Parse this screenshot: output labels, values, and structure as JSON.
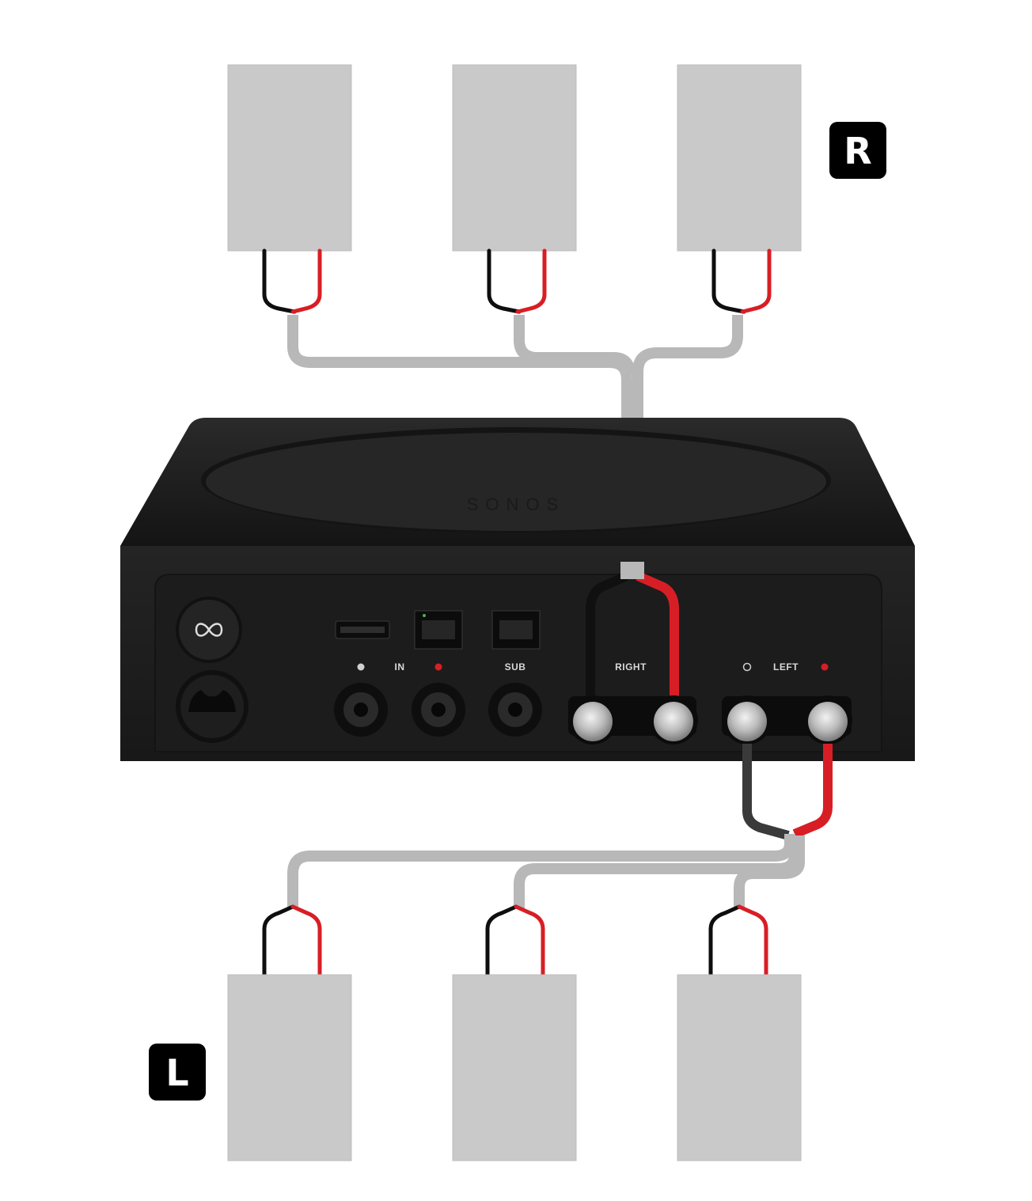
{
  "badges": {
    "right": "R",
    "left": "L"
  },
  "device": {
    "brand_logo": "SONOS",
    "labels": {
      "in": "IN",
      "sub": "SUB",
      "right": "RIGHT",
      "left": "LEFT"
    },
    "icons": [
      "infinity-icon",
      "power-icon",
      "hdmi-icon",
      "ethernet-icon"
    ]
  },
  "colors": {
    "speaker": "#c9c9c9",
    "device": "#1e1e1e",
    "cable_gray": "#b8b8b8",
    "wire_red": "#d81e25",
    "wire_black": "#0e0e0e",
    "badge": "#000000"
  }
}
